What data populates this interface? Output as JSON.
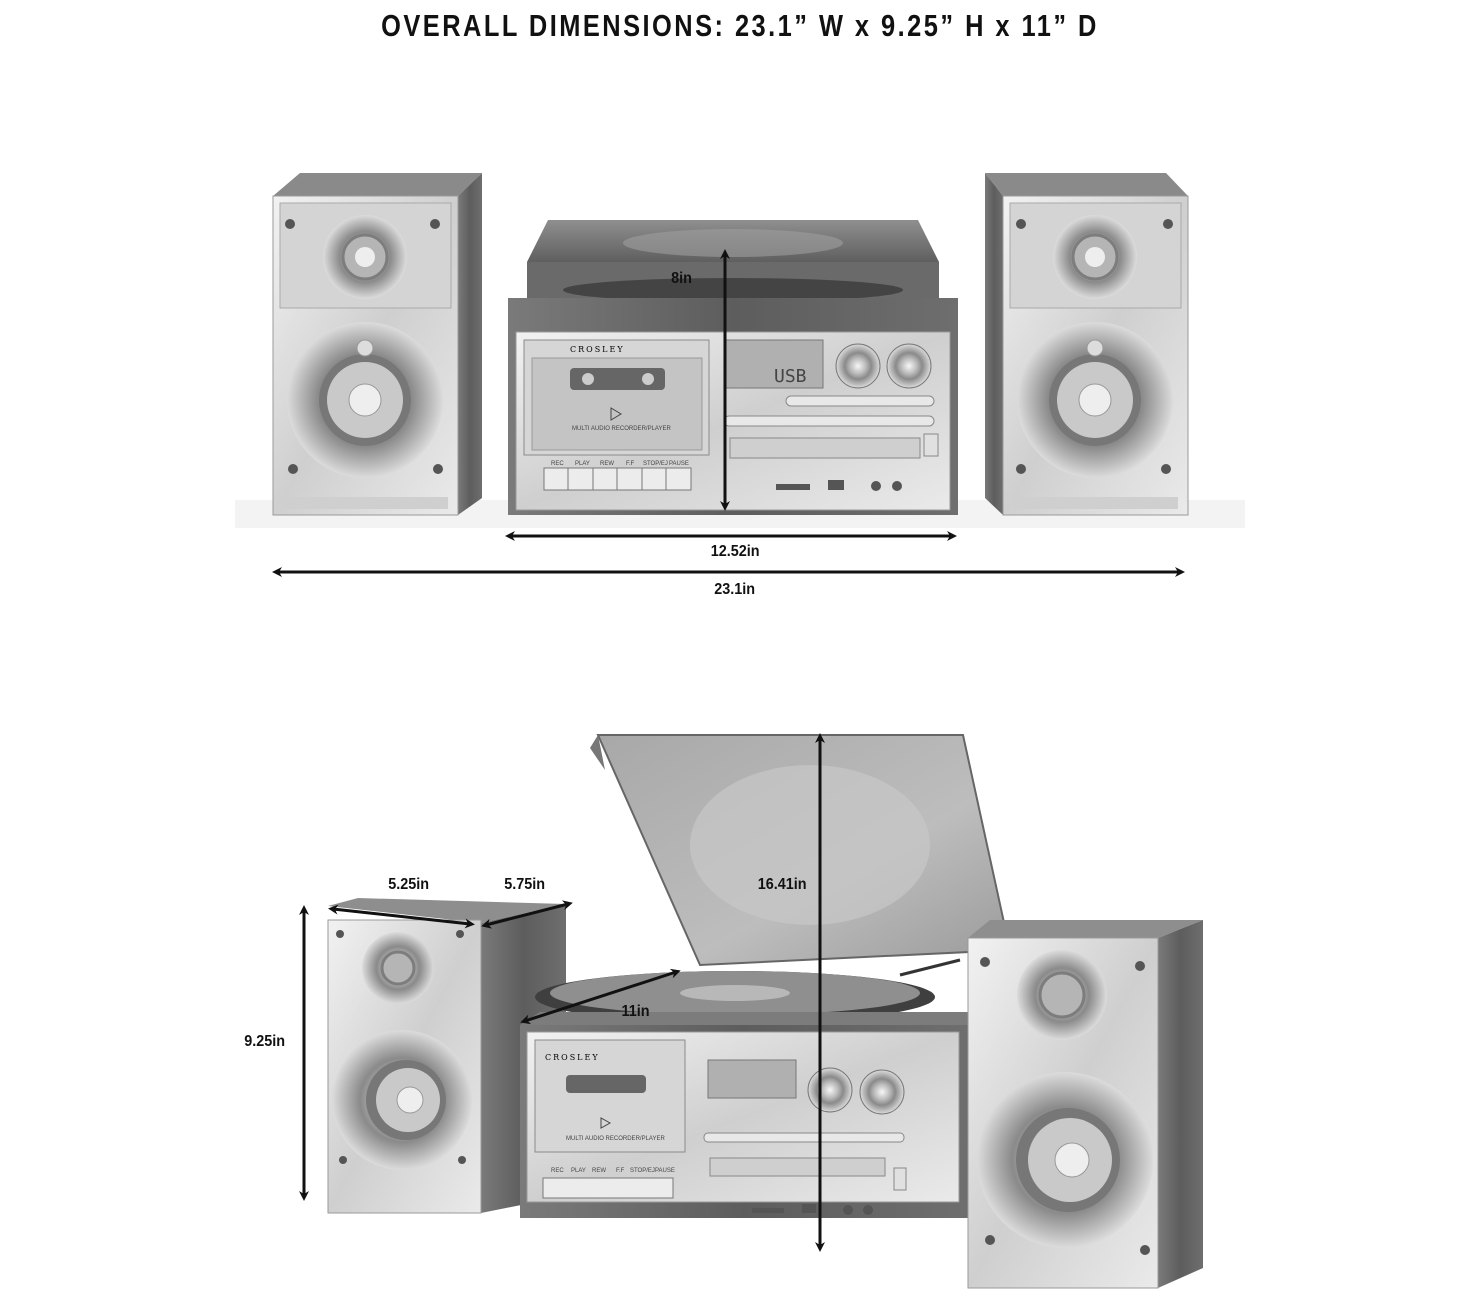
{
  "title": "OVERALL DIMENSIONS: 23.1” W x 9.25” H x 11” D",
  "front_view": {
    "turntable_height": "8in",
    "unit_width": "12.52in",
    "overall_width": "23.1in",
    "unit": {
      "brand": "CROSLEY",
      "display": "USB",
      "cassette_caption": "MULTI AUDIO RECORDER/PLAYER",
      "deck_buttons": [
        "REC",
        "PLAY",
        "REW",
        "F.F",
        "STOP/EJ",
        "PAUSE"
      ]
    }
  },
  "angled_view": {
    "speaker_width": "5.25in",
    "speaker_depth": "5.75in",
    "speaker_height": "9.25in",
    "lid_open_height": "16.41in",
    "unit_depth": "11in",
    "unit": {
      "brand": "CROSLEY",
      "cassette_caption": "MULTI AUDIO RECORDER/PLAYER",
      "deck_buttons": [
        "REC",
        "PLAY",
        "REW",
        "F.F",
        "STOP/EJ",
        "PAUSE"
      ]
    }
  },
  "colors": {
    "ink": "#111111",
    "wood": "#6e6e6e",
    "silver": "#d9d9d9",
    "dark": "#3a3a3a"
  }
}
